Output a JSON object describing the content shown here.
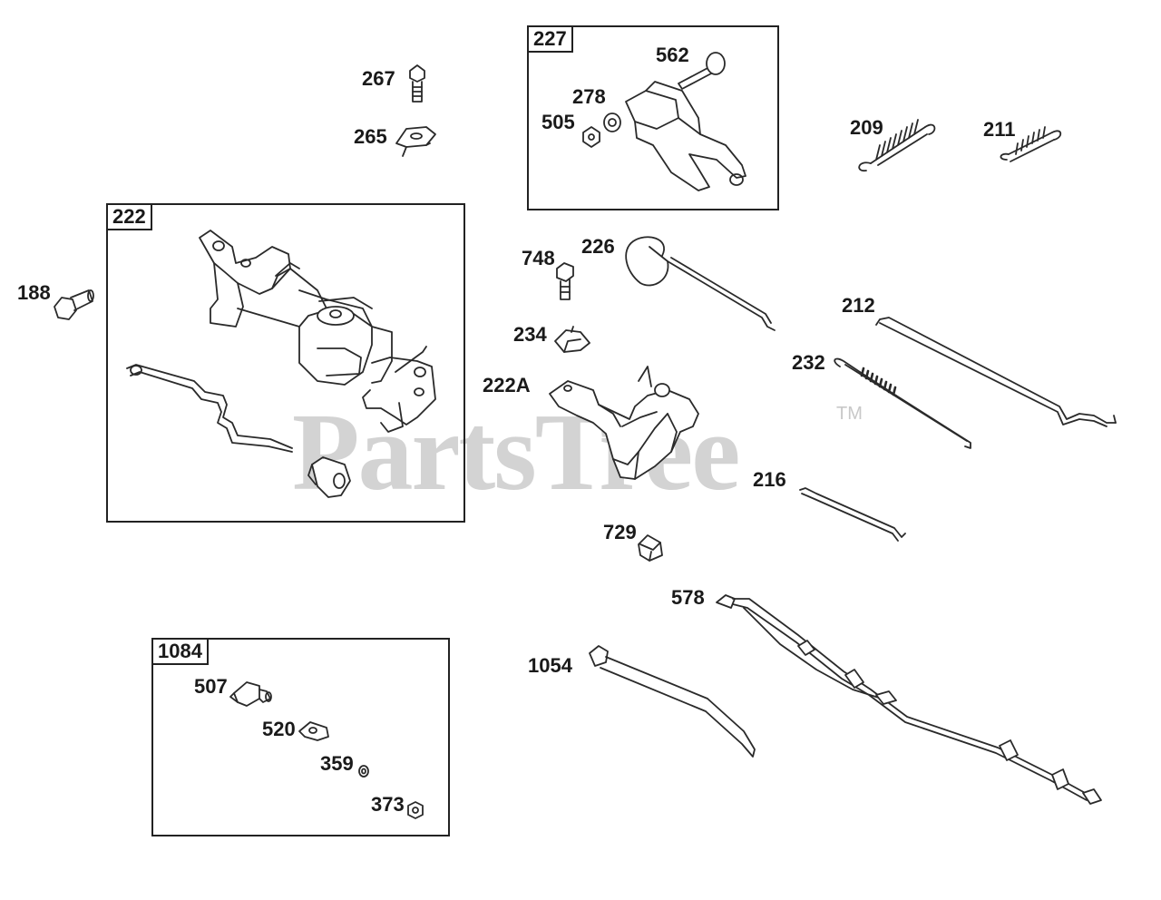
{
  "watermark": {
    "brand": "PartsTree",
    "trademark": "TM"
  },
  "groups": [
    {
      "id": "g227",
      "number": "227"
    },
    {
      "id": "g222",
      "number": "222"
    },
    {
      "id": "g1084",
      "number": "1084"
    }
  ],
  "callouts": {
    "c267": "267",
    "c265": "265",
    "c562": "562",
    "c278": "278",
    "c505": "505",
    "c209": "209",
    "c211": "211",
    "c188": "188",
    "c748": "748",
    "c226": "226",
    "c234": "234",
    "c222a": "222A",
    "c212": "212",
    "c232": "232",
    "c216": "216",
    "c729": "729",
    "c578": "578",
    "c1054": "1054",
    "c507": "507",
    "c520": "520",
    "c359": "359",
    "c373": "373"
  }
}
